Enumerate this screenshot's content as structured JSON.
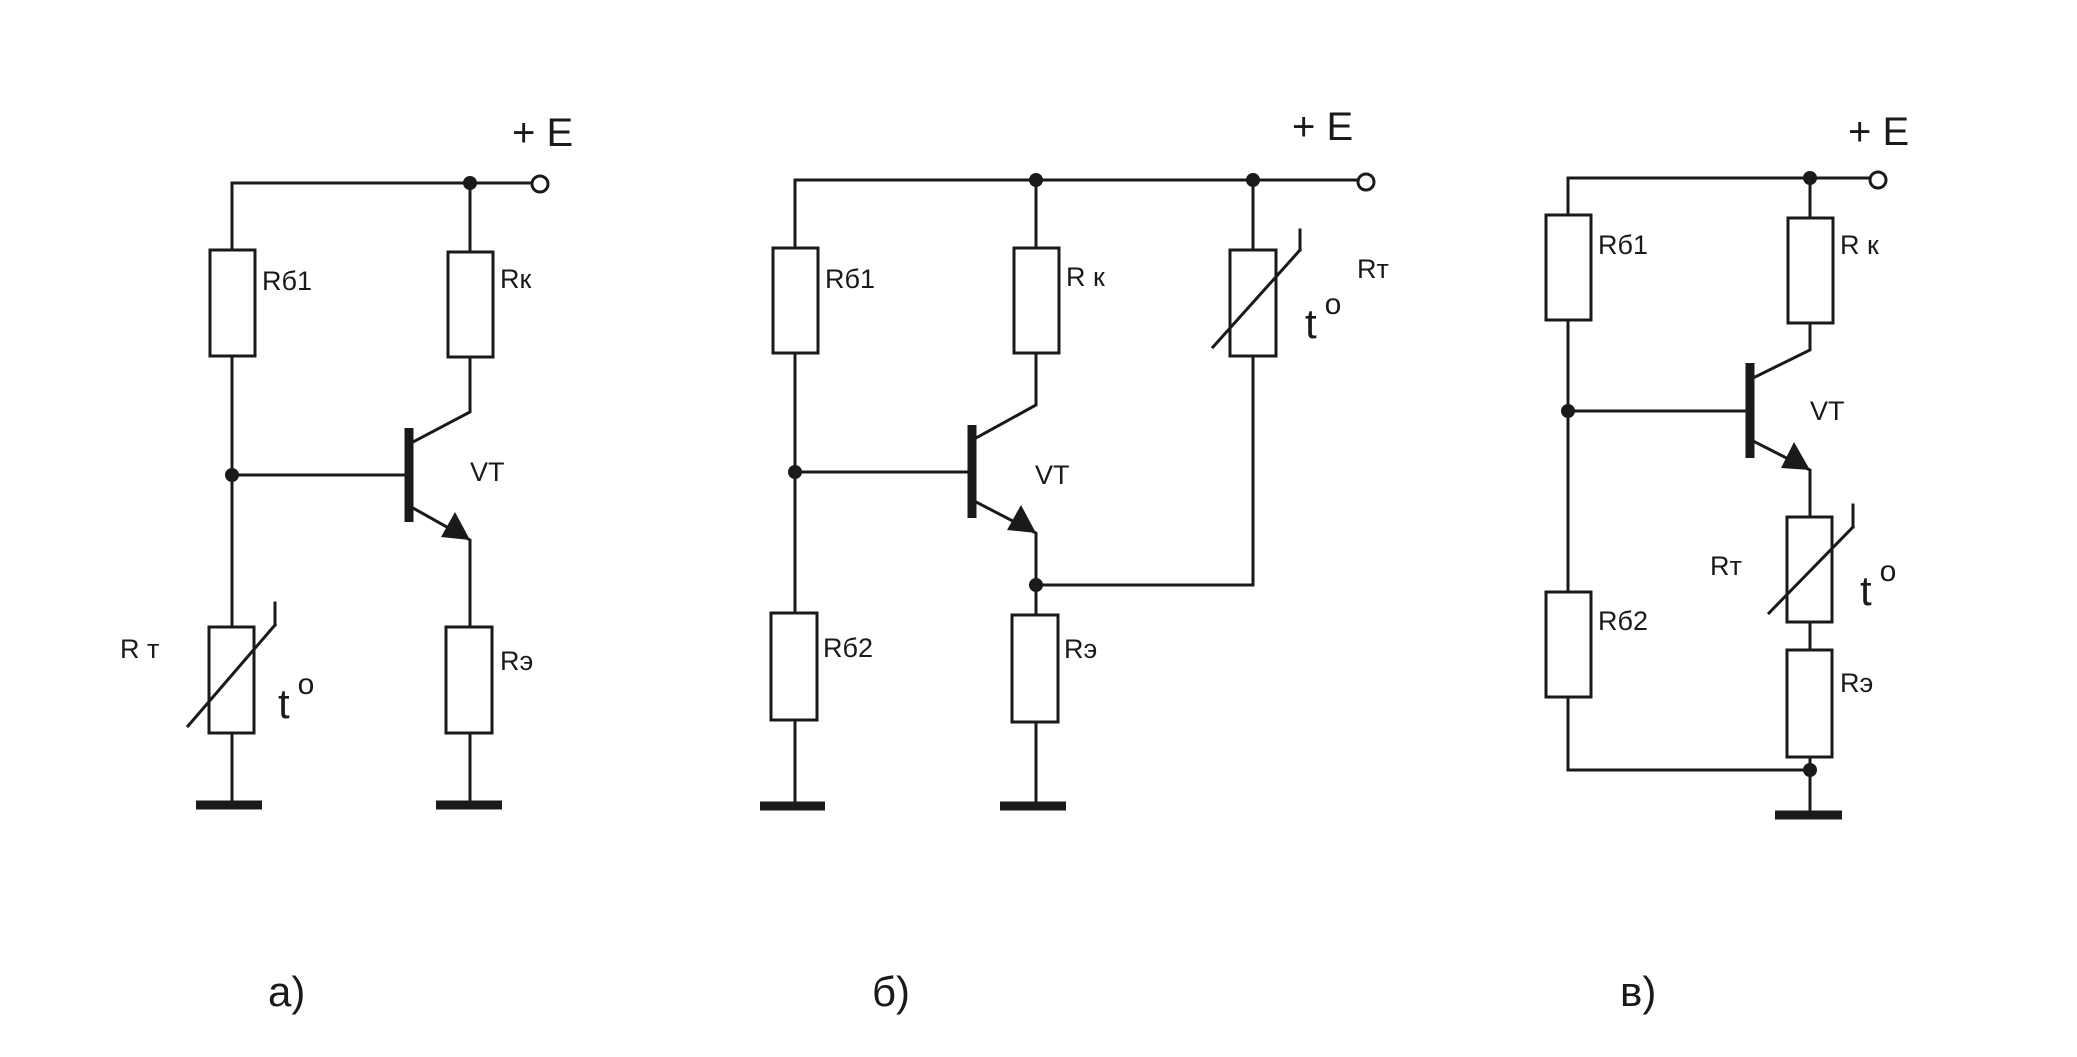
{
  "diagram": {
    "circuits": [
      {
        "caption": "а)",
        "supply": "+ E",
        "rb1": "Rб1",
        "rk": "Rк",
        "transistor": "VT",
        "rt": "R т",
        "temp": "t",
        "temp_sup": "о",
        "re": "Rэ"
      },
      {
        "caption": "б)",
        "supply": "+ E",
        "rb1": "Rб1",
        "rk": "R к",
        "rt": "Rт",
        "temp": "t",
        "temp_sup": "о",
        "transistor": "VT",
        "rb2": "Rб2",
        "re": "Rэ"
      },
      {
        "caption": "в)",
        "supply": "+ E",
        "rb1": "Rб1",
        "rk": "R к",
        "transistor": "VT",
        "rt": "Rт",
        "temp": "t",
        "temp_sup": "о",
        "rb2": "Rб2",
        "re": "Rэ"
      }
    ]
  }
}
